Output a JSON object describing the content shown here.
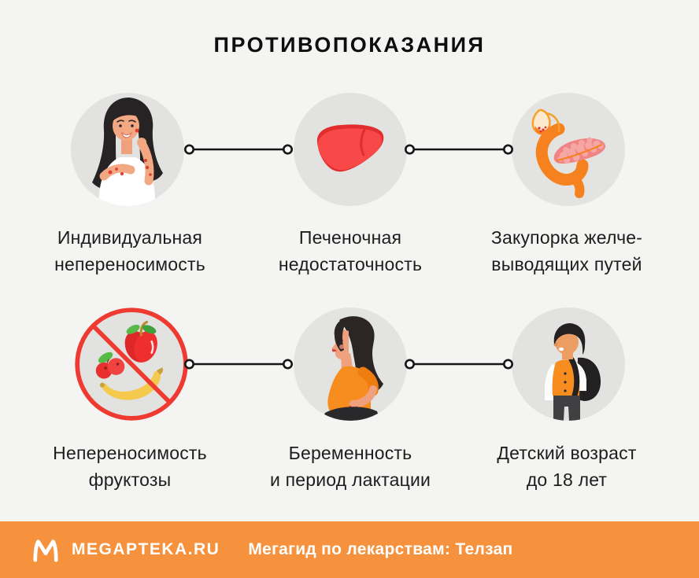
{
  "title": "ПРОТИВОПОКАЗАНИЯ",
  "items": [
    {
      "icon": "allergic-reaction-icon",
      "line1": "Индивидуальная",
      "line2": "непереносимость"
    },
    {
      "icon": "liver-icon",
      "line1": "Печеночная",
      "line2": "недостаточность"
    },
    {
      "icon": "pancreas-icon",
      "line1": "Закупорка желче-",
      "line2": "выводящих путей"
    },
    {
      "icon": "no-fruits-icon",
      "line1": "Непереносимость",
      "line2": "фруктозы"
    },
    {
      "icon": "pregnant-woman-icon",
      "line1": "Беременность",
      "line2": "и период лактации"
    },
    {
      "icon": "child-icon",
      "line1": "Детский возраст",
      "line2": "до 18 лет"
    }
  ],
  "footer": {
    "brand": "MEGAPTEKA.RU",
    "tagline": "Мегагид по лекарствам: Телзап"
  },
  "colors": {
    "background": "#f4f4f2",
    "footer_bg": "#f6923d",
    "circle_bg": "#e2e2e0",
    "title_color": "#0e0e0e",
    "label_color": "#1d1d1d",
    "connector_color": "#161616",
    "prohibition_red": "#ee3a31",
    "illustration_red": "#f94848",
    "illustration_orange": "#f5821f"
  }
}
